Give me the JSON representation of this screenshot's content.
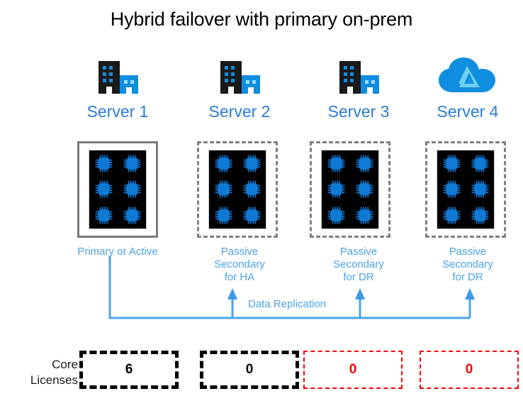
{
  "title": "Hybrid failover with primary on-prem",
  "colors": {
    "title_text": "#000000",
    "server_heading": "#2b7cd3",
    "role_text": "#4aa3e8",
    "replication_line": "#4aa3e8",
    "chip_blue": "#0f7ad6",
    "board_black": "#000000",
    "solid_border_gray": "#7b7b7b",
    "dashed_border_gray": "#808080",
    "license_black": "#000000",
    "license_red": "#ff0000",
    "azure_cloud": "#0f8ee0",
    "building_black": "#1a1a1a",
    "building_blue": "#0f8ee0"
  },
  "servers": [
    {
      "name": "Server 1",
      "icon": "office-building-icon",
      "border_style": "solid",
      "cpu_count": 6,
      "role_lines": [
        "Primary or Active"
      ],
      "license_value": "6",
      "license_style": "black"
    },
    {
      "name": "Server 2",
      "icon": "office-building-icon",
      "border_style": "dashed",
      "cpu_count": 6,
      "role_lines": [
        "Passive",
        "Secondary",
        "for HA"
      ],
      "license_value": "0",
      "license_style": "black"
    },
    {
      "name": "Server 3",
      "icon": "office-building-icon",
      "border_style": "dashed",
      "cpu_count": 6,
      "role_lines": [
        "Passive",
        "Secondary",
        "for DR"
      ],
      "license_value": "0",
      "license_style": "red"
    },
    {
      "name": "Server 4",
      "icon": "azure-cloud-icon",
      "border_style": "dashed",
      "cpu_count": 6,
      "role_lines": [
        "Passive",
        "Secondary",
        "for DR"
      ],
      "license_value": "0",
      "license_style": "red"
    }
  ],
  "replication": {
    "label": "Data Replication",
    "source": "Server 1",
    "targets": [
      "Server 2",
      "Server 3",
      "Server 4"
    ]
  },
  "licenses": {
    "label_line_1": "Core",
    "label_line_2": "Licenses",
    "values": [
      "6",
      "0",
      "0",
      "0"
    ]
  }
}
